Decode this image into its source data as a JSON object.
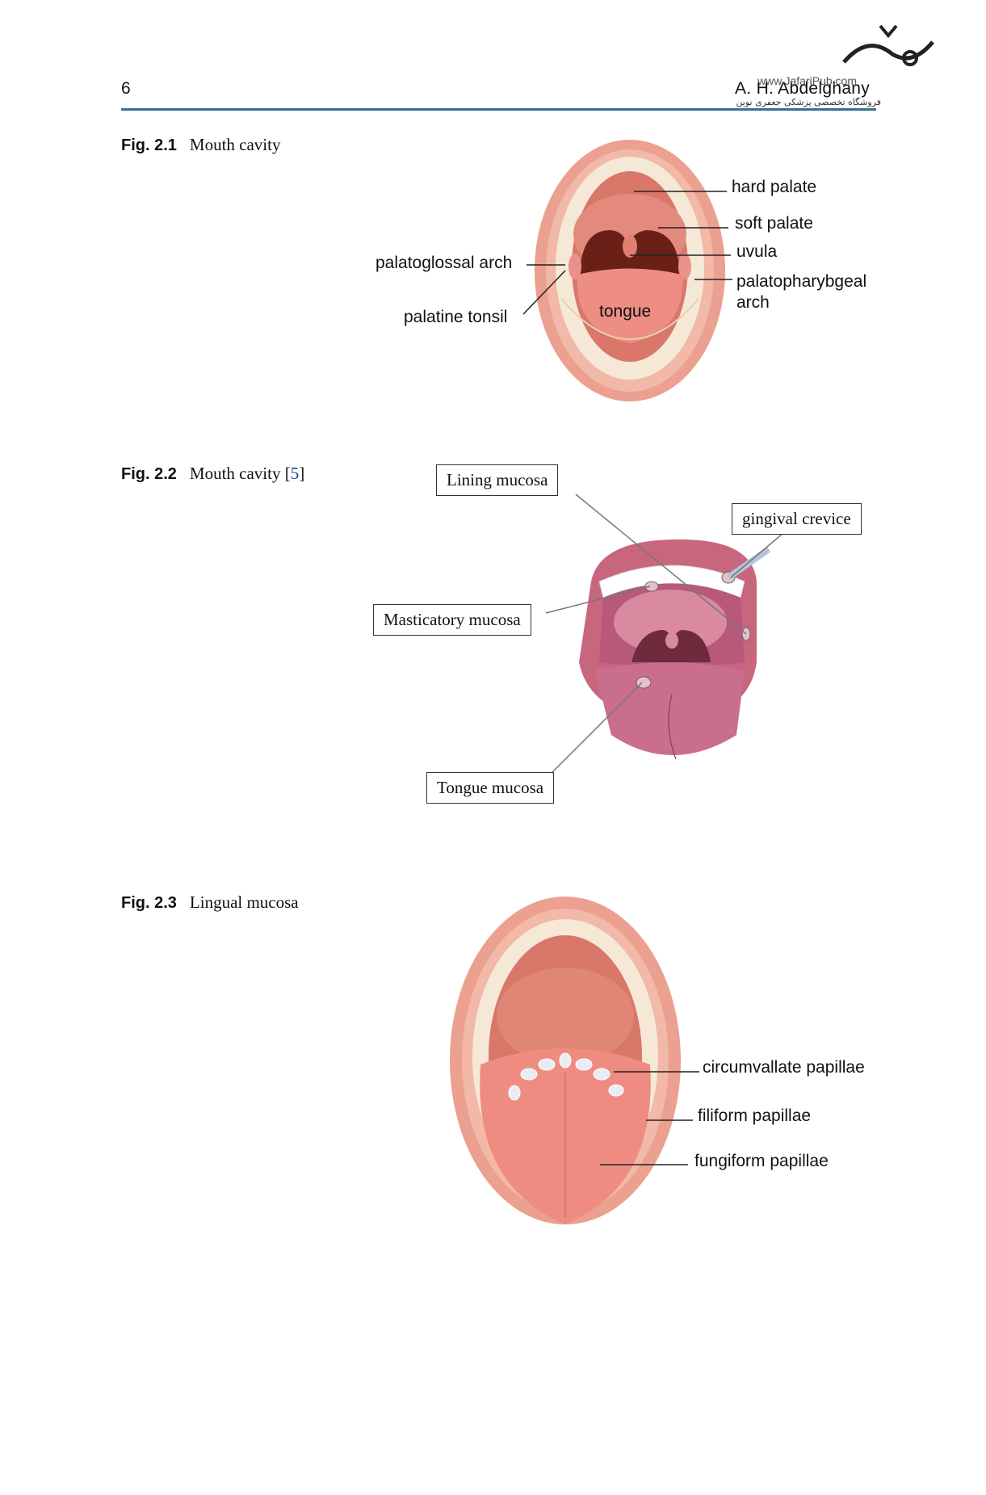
{
  "header": {
    "page_number": "6",
    "author": "A. H. Abdelghany"
  },
  "watermark": {
    "url": "www.JafariPub.com",
    "persian": "فروشگاه تخصصی پزشکی جعفری نوین"
  },
  "figures": [
    {
      "fig_label": "Fig. 2.1",
      "caption": "Mouth cavity",
      "labels": {
        "hard_palate": "hard palate",
        "soft_palate": "soft palate",
        "uvula": "uvula",
        "palatopharyngeal_1": "palatopharybgeal",
        "palatopharyngeal_2": "arch",
        "palatoglossal_arch": "palatoglossal arch",
        "palatine_tonsil": "palatine tonsil",
        "tongue": "tongue"
      }
    },
    {
      "fig_label": "Fig. 2.2",
      "caption": "Mouth cavity",
      "ref": "5",
      "labels": {
        "lining_mucosa": "Lining mucosa",
        "gingival_crevice": "gingival crevice",
        "masticatory_mucosa": "Masticatory mucosa",
        "tongue_mucosa": "Tongue mucosa"
      }
    },
    {
      "fig_label": "Fig. 2.3",
      "caption": "Lingual mucosa",
      "labels": {
        "circumvallate": "circumvallate papillae",
        "filiform": "filiform papillae",
        "fungiform": "fungiform papillae"
      }
    }
  ],
  "colors": {
    "rule": "#3b6f8f",
    "lip": "#e89a8a",
    "palate": "#d8786a",
    "throat": "#6e2418",
    "tongue": "#ec8a80",
    "teeth": "#f4e6d2"
  }
}
